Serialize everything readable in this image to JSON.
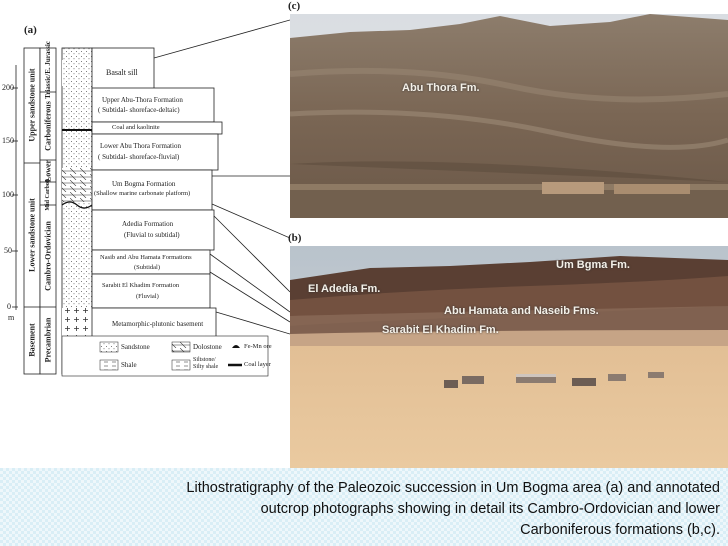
{
  "figure": {
    "panel_a_label": "(a)",
    "panel_b_label": "(b)",
    "panel_c_label": "(c)",
    "scale_ticks": [
      "200",
      "150",
      "100",
      "50",
      "0"
    ],
    "scale_unit": "m",
    "column_headers": {
      "upper_sandstone_unit": "Upper sandstone unit",
      "lower_sandstone_unit": "Lower sandstone unit",
      "basement": "Basement",
      "triassic_jurassic": "Triassic/E. Jurassic",
      "carboniferous": "Carboniferous",
      "lower": "Lower",
      "mid_carbon": "Mid Carbon.",
      "cambro_ordovician": "Cambro-Ordovician",
      "precambrian": "Precambrian"
    },
    "formations": {
      "basalt_sill": "Basalt sill",
      "upper_abu_thora_1": "Upper Abu-Thora Formation",
      "upper_abu_thora_2": "( Subtidal- shoreface-deltaic)",
      "coal_kaolinite": "Coal and kaolinite",
      "lower_abu_thora_1": "Lower Abu Thora Formation",
      "lower_abu_thora_2": "( Subtidal- shoreface-fluvial)",
      "um_bogma_1": "Um Bogma Formation",
      "um_bogma_2": "(Shallow marine carbonate platform)",
      "adedia_1": "Adedia Formation",
      "adedia_2": "(Fluvial to subtidal)",
      "nasib_1": "Nasib and Abu Hamata Formations",
      "nasib_2": "(Subtidal)",
      "sarabit_1": "Sarabit El Khadim Formation",
      "sarabit_2": "(Fluvial)",
      "basement": "Metamorphic-plutonic basement"
    },
    "legend": {
      "sandstone": "Sandstone",
      "dolostone": "Dolostone",
      "fe_mn_ore": "Fe-Mn ore",
      "shale": "Shale",
      "siltstone": "Siltstone/ Silty shale",
      "coal_layer": "Coal layer"
    },
    "photo_c_labels": {
      "abu_thora": "Abu Thora Fm."
    },
    "photo_b_labels": {
      "um_bgma": "Um Bgma Fm.",
      "el_adedia": "El Adedia Fm.",
      "abu_hamata": "Abu Hamata and Naseib Fms.",
      "sarabit": "Sarabit El Khadim Fm."
    }
  },
  "caption": {
    "line1": "Lithostratigraphy of the Paleozoic succession in Um Bogma area (a) and annotated",
    "line2": "outcrop photographs showing in detail  its Cambro-Ordovician and lower",
    "line3": "Carboniferous formations (b,c)."
  }
}
